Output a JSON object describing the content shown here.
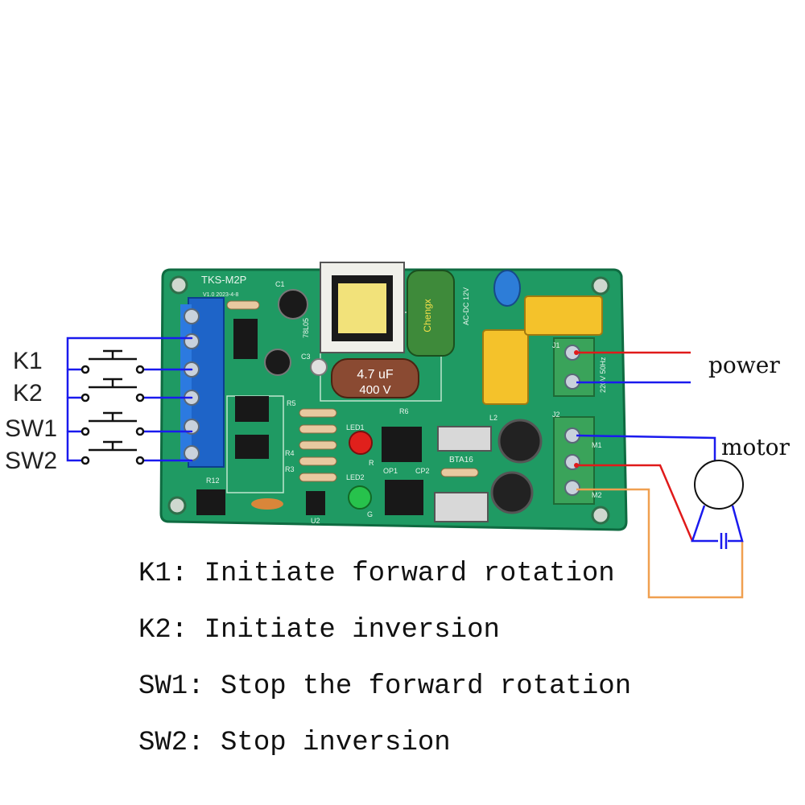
{
  "switches": [
    {
      "id": "k1",
      "label": "K1"
    },
    {
      "id": "k2",
      "label": "K2"
    },
    {
      "id": "sw1",
      "label": "SW1"
    },
    {
      "id": "sw2",
      "label": "SW2"
    }
  ],
  "terminals": {
    "power_label": "power",
    "motor_label": "motor"
  },
  "board": {
    "model": "TKS-M2P",
    "version": "V1.0 2023-4-8",
    "capacitor_value": "4.7 uF",
    "capacitor_voltage": "400 V",
    "supply_text": "AC-DC 12V",
    "triac": "BTA16",
    "regulator": "78L05",
    "input_rating": "220V 50Hz",
    "cap_brand": "Chengx",
    "labels": {
      "j1": "J1",
      "j2": "J2",
      "led1": "LED1",
      "led2": "LED2",
      "r": "R",
      "g": "G",
      "op1": "OP1",
      "cp2": "CP2",
      "r5": "R5",
      "r4": "R4",
      "r3": "R3",
      "r12": "R12",
      "c1": "C1",
      "c3": "C3",
      "u2": "U2",
      "m1": "M1",
      "m2": "M2",
      "l2": "L2",
      "r6": "R6"
    }
  },
  "legend": [
    "K1: Initiate forward rotation",
    "K2: Initiate inversion",
    "SW1: Stop the forward rotation",
    "SW2: Stop inversion"
  ],
  "colors": {
    "pcb": "#1f9a63",
    "pcb_edge": "#0f6b41",
    "terminal_blue": "#1e64c8",
    "terminal_green": "#3aa35a",
    "wire_blue": "#1a1aee",
    "wire_red": "#e01a1a",
    "wire_orange": "#f0a050",
    "transformer_yellow": "#f2e27a",
    "cap_yellow": "#f4c22b"
  }
}
